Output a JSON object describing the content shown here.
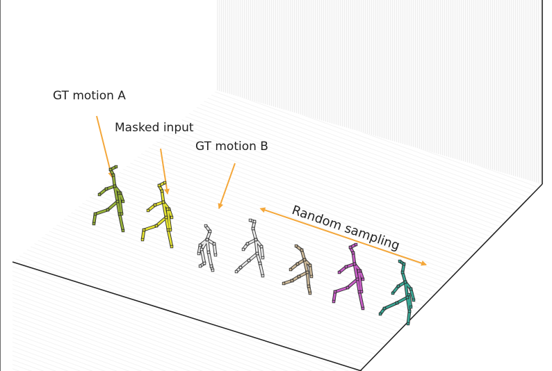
{
  "labels": {
    "gt_motion_a": "GT motion A",
    "masked_input": "Masked input",
    "gt_motion_b": "GT motion B",
    "random_sampling": "Random sampling"
  },
  "colors": {
    "arrow": "#f4a73a",
    "gt_motion_a": "#97b23a",
    "masked_input": "#e4e232",
    "gt_motion_b": "#e8e8e8",
    "sample_1": "#e8e8e8",
    "sample_2": "#cdb998",
    "sample_3": "#c95ec8",
    "sample_4": "#3aa896",
    "outline": "#2a2a2a"
  }
}
